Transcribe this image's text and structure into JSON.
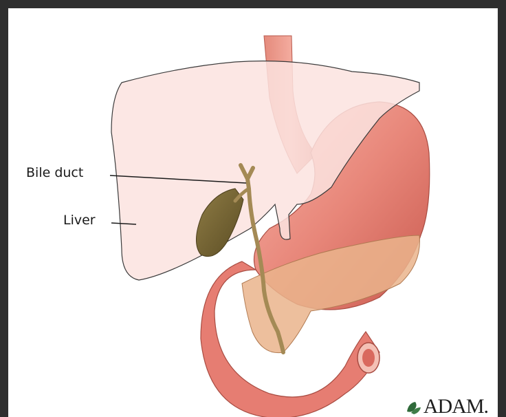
{
  "labels": {
    "bile_duct": "Bile duct",
    "liver": "Liver"
  },
  "watermark": {
    "text": "ADAM.",
    "icon": "leaf-logo-icon"
  },
  "colors": {
    "frame": "#2e2e2e",
    "liver_fill": "#fbe3df",
    "stomach": "#e8867a",
    "pancreas": "#e9b58a",
    "gallbladder": "#7a6a3a",
    "bile_duct": "#a48a55"
  }
}
